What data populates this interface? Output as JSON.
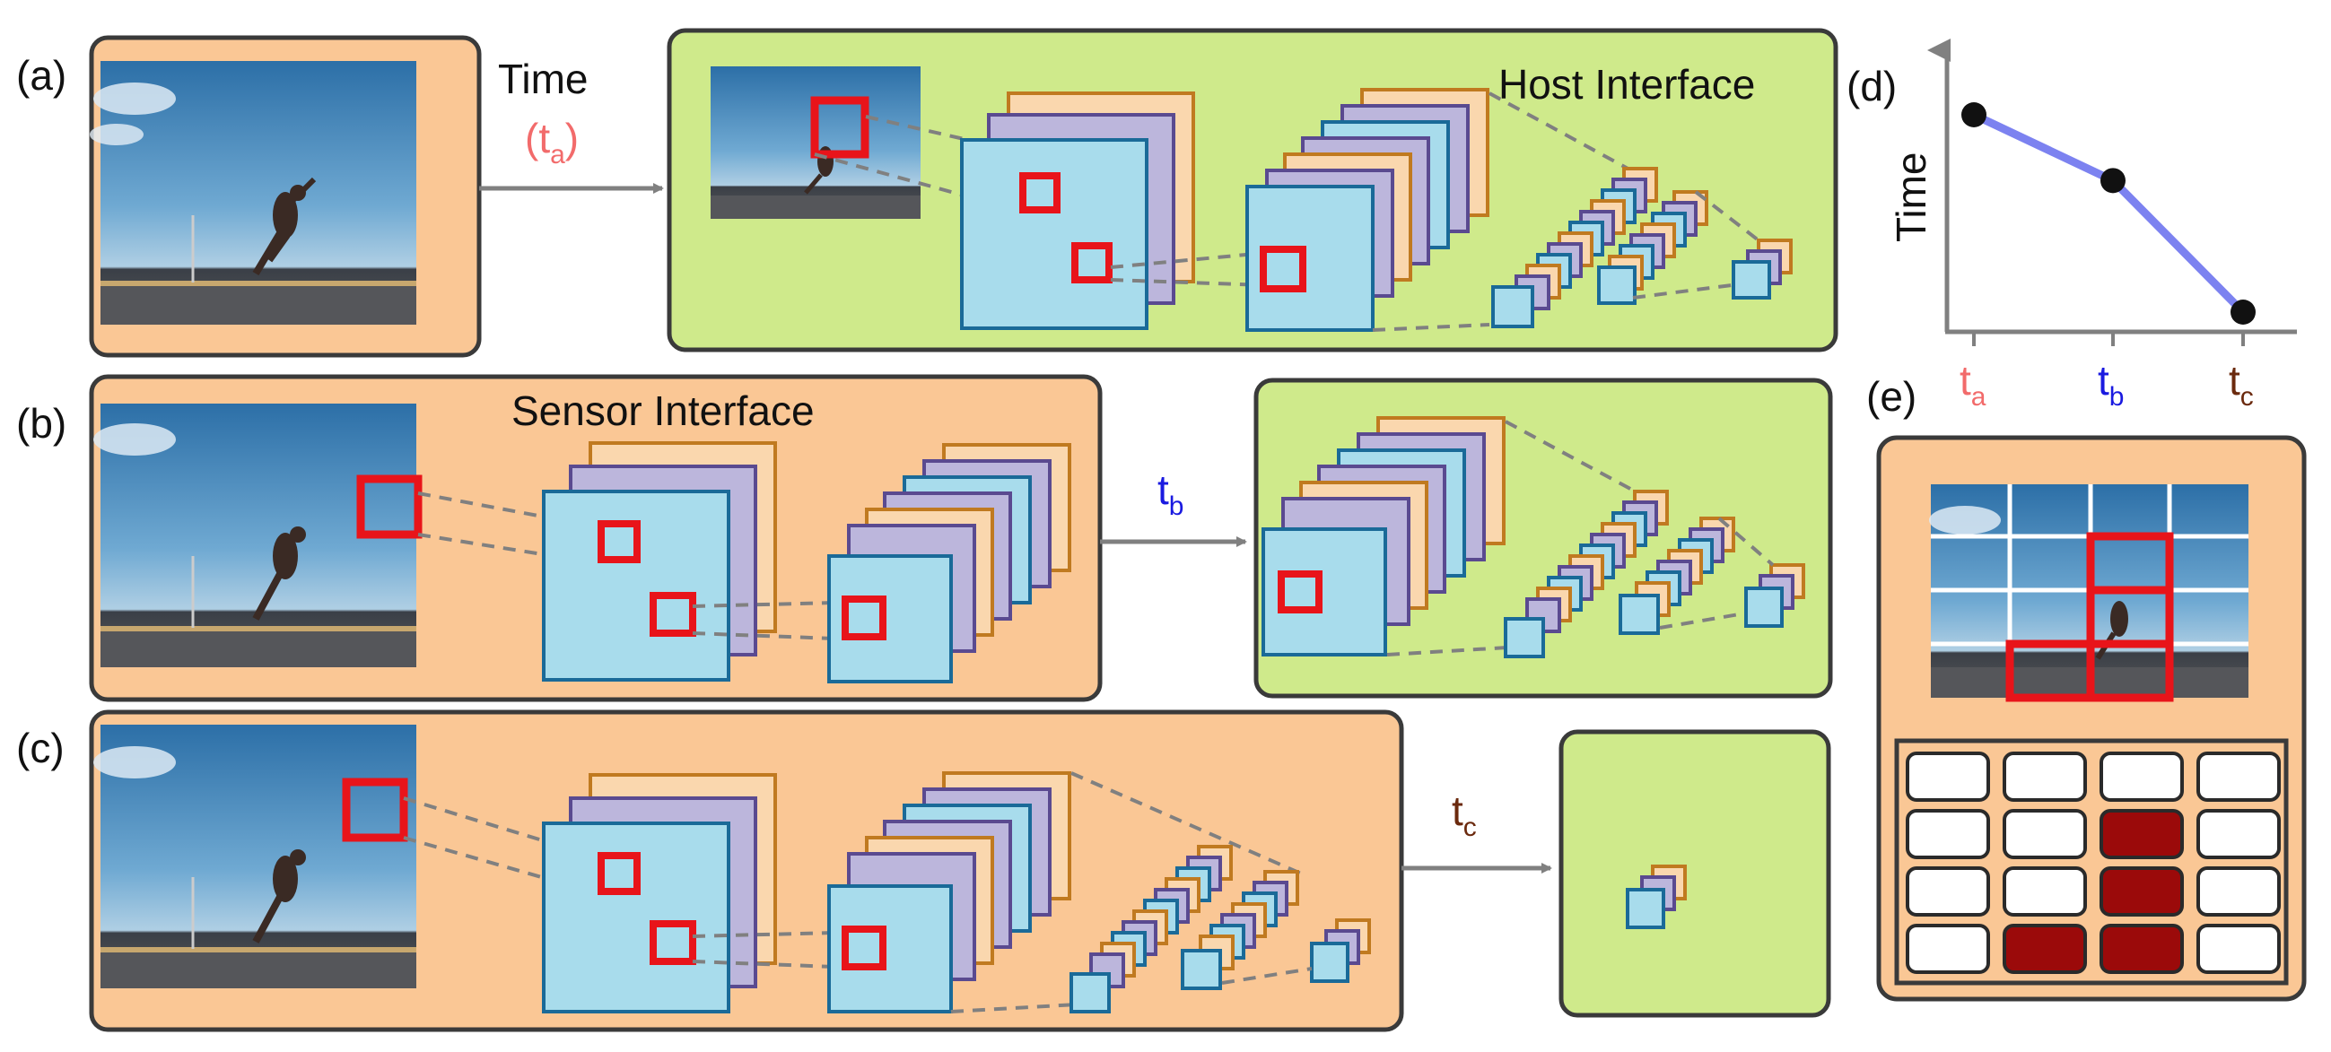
{
  "panels": {
    "a": {
      "label": "(a)",
      "arrow_label_main": "Time",
      "arrow_label_open": "(",
      "arrow_label_var": "t",
      "arrow_label_sub": "a",
      "arrow_label_close": ")",
      "box_label": "Host Interface"
    },
    "b": {
      "label": "(b)",
      "box_label": "Sensor Interface",
      "arrow_label_var": "t",
      "arrow_label_sub": "b"
    },
    "c": {
      "label": "(c)",
      "arrow_label_var": "t",
      "arrow_label_sub": "c"
    },
    "d": {
      "label": "(d)",
      "ylabel": "Time",
      "ticks": [
        {
          "var": "t",
          "sub": "a"
        },
        {
          "var": "t",
          "sub": "b"
        },
        {
          "var": "t",
          "sub": "c"
        }
      ],
      "points": [
        {
          "x": 0,
          "y": 3
        },
        {
          "x": 1,
          "y": 2
        },
        {
          "x": 2,
          "y": 0
        }
      ]
    },
    "e": {
      "label": "(e)",
      "grid_state": [
        [
          0,
          0,
          0,
          0
        ],
        [
          0,
          0,
          1,
          0
        ],
        [
          0,
          0,
          1,
          0
        ],
        [
          0,
          1,
          1,
          0
        ]
      ]
    }
  },
  "colors": {
    "sensor_box": "#FAC795",
    "host_box": "#CFEA8B",
    "feature_front": "#A8DCEC",
    "feature_mid": "#BCB6DC",
    "feature_back": "#FAD7AE",
    "highlight": "#E8141A",
    "arrow": "#808080",
    "ta": "#F26B6B",
    "tb": "#1A1AE0",
    "tc": "#6B2A0E",
    "time_line": "#7C82F0",
    "active_cell": "#9B0A0A"
  }
}
